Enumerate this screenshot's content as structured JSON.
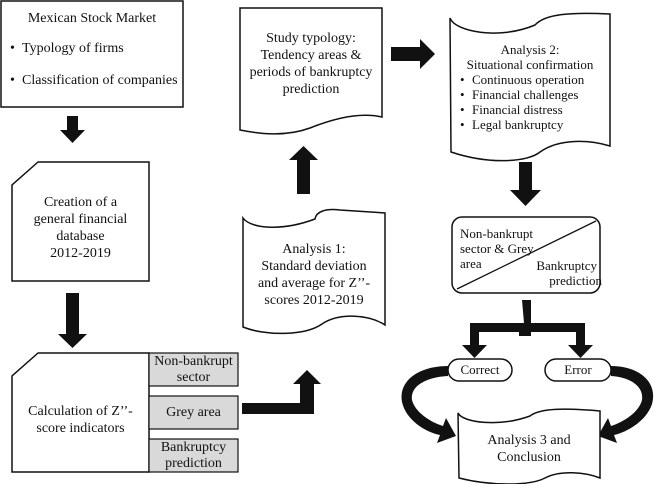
{
  "diagram": {
    "stock_market": {
      "title": "Mexican Stock Market",
      "bullets": [
        "Typology of firms",
        "Classification of companies"
      ]
    },
    "database": {
      "lines": [
        "Creation of a",
        "general financial",
        "database",
        "2012-2019"
      ]
    },
    "calculation": {
      "lines": [
        "Calculation of Z’’-",
        "score indicators"
      ],
      "categories": [
        {
          "lines": [
            "Non-bankrupt",
            "sector"
          ]
        },
        {
          "lines": [
            "Grey area"
          ]
        },
        {
          "lines": [
            "Bankruptcy",
            "prediction"
          ]
        }
      ]
    },
    "analysis1": {
      "lines": [
        "Analysis 1:",
        "Standard deviation",
        "and average for Z’’-",
        "scores 2012-2019"
      ]
    },
    "study_typology": {
      "lines": [
        "Study typology:",
        "Tendency areas &",
        "periods of bankruptcy",
        "prediction"
      ]
    },
    "analysis2": {
      "title": "Analysis 2:",
      "subtitle": "Situational confirmation",
      "bullets": [
        "Continuous operation",
        "Financial challenges",
        "Financial distress",
        "Legal bankruptcy"
      ]
    },
    "split_box": {
      "left_lines": [
        "Non-bankrupt",
        "sector & Grey",
        "area"
      ],
      "right_lines": [
        "Bankruptcy",
        "prediction"
      ]
    },
    "outcomes": {
      "correct": "Correct",
      "error": "Error"
    },
    "analysis3": {
      "lines": [
        "Analysis 3 and",
        "Conclusion"
      ]
    },
    "colors": {
      "stroke": "#111111",
      "grey_fill": "#d9d9d9",
      "background": "#ffffff"
    }
  }
}
